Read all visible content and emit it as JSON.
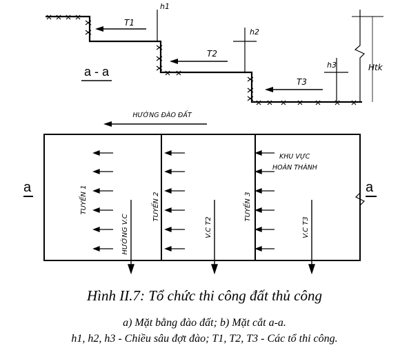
{
  "section_view": {
    "label": "a - a",
    "h1": "h1",
    "h2": "h2",
    "h3": "h3",
    "t1": "T1",
    "t2": "T2",
    "t3": "T3",
    "htk": "Htk"
  },
  "plan_view": {
    "direction_label": "HƯỚNG ĐÀO ĐẤT",
    "cut_left": "a",
    "cut_right": "a",
    "tuyen_1": "TUYẾN 1",
    "tuyen_2": "TUYẾN 2",
    "tuyen_3": "TUYẾN 3",
    "huong_vc": "HƯỚNG V.C",
    "vc_t2": "V.C T2",
    "vc_t3": "V.C T3",
    "finished_area_line1": "KHU VỰC",
    "finished_area_line2": "HOÀN THÀNH"
  },
  "caption": {
    "title": "Hình II.7: Tổ chức thi công đất thủ công",
    "line1": "a) Mặt bằng đào đất; b) Mặt cắt a-a.",
    "line2": "h1, h2, h3 - Chiều sâu đợt đào; T1, T2, T3 - Các tổ thi công."
  }
}
